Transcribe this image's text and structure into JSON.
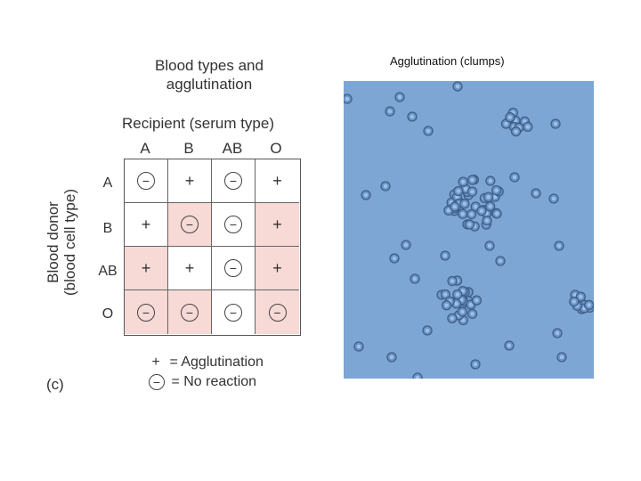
{
  "diagram": {
    "title_line1": "Blood types and",
    "title_line2": "agglutination",
    "recipient_label": "Recipient (serum type)",
    "donor_label_line1": "Blood donor",
    "donor_label_line2": "(blood cell type)",
    "columns": [
      "A",
      "B",
      "AB",
      "O"
    ],
    "rows": [
      "A",
      "B",
      "AB",
      "O"
    ],
    "cells": [
      [
        "−",
        "+",
        "−",
        "+"
      ],
      [
        "+",
        "−",
        "−",
        "+"
      ],
      [
        "+",
        "+",
        "−",
        "+"
      ],
      [
        "−",
        "−",
        "−",
        "−"
      ]
    ],
    "highlight_color": "#f7d9d6",
    "legend_plus_symbol": "+",
    "legend_plus_text": "= Agglutination",
    "legend_minus_symbol": "−",
    "legend_minus_text": "= No reaction",
    "panel_label": "(c)"
  },
  "micrograph": {
    "title": "Agglutination (clumps)",
    "background_color": "#7ea6d4",
    "cell_color": "#6b94c8"
  }
}
